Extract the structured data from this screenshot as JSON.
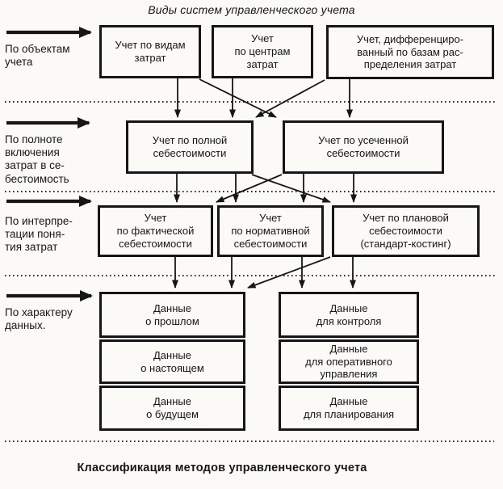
{
  "title": "Виды систем управленческого учета",
  "caption": "Классификация методов управленческого учета",
  "colors": {
    "ink": "#161616",
    "paper": "#fbfaf7"
  },
  "categories": {
    "objects": {
      "label": "По объектам\nучета"
    },
    "completeness": {
      "label": "По полноте\nвключения\nзатрат в се-\nбестоимость"
    },
    "interpretation": {
      "label": "По интерпре-\nтации поня-\nтия затрат"
    },
    "data_nature": {
      "label": "По характеру\nданных."
    }
  },
  "nodes": {
    "by_cost_types": "Учет по видам\nзатрат",
    "by_cost_centers": "Учет\nпо центрам\nзатрат",
    "by_allocation_bases": "Учет, дифференциро-\nванный по базам рас-\nпределения затрат",
    "full_cost": "Учет по полной\nсебестоимости",
    "truncated_cost": "Учет по усеченной\nсебестоимости",
    "actual_cost": "Учет\nпо фактической\nсебестоимости",
    "normative_cost": "Учет\nпо нормативной\nсебестоимости",
    "planned_cost": "Учет по плановой\nсебестоимости\n(стандарт-костинг)",
    "past_data": "Данные\nо прошлом",
    "present_data": "Данные\nо настоящем",
    "future_data": "Данные\nо будущем",
    "control_data": "Данные\nдля контроля",
    "operational_data": "Данные\nдля оперативного\nуправления",
    "planning_data": "Данные\nдля планирования"
  }
}
